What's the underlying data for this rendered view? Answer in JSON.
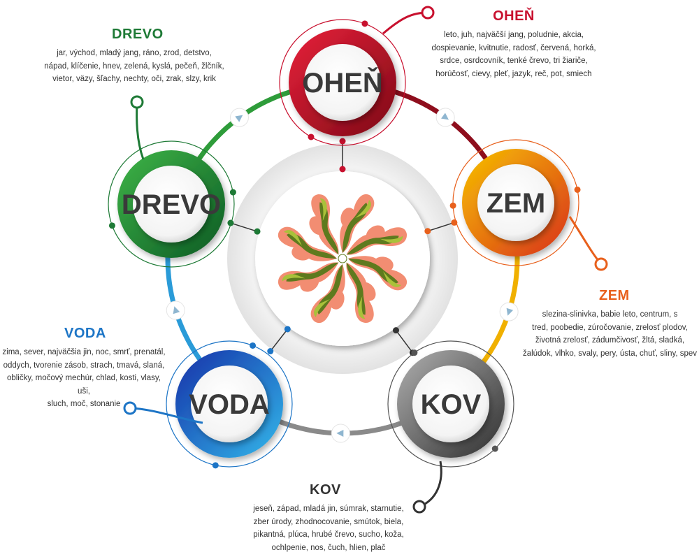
{
  "elements": [
    {
      "id": "ohen",
      "name": "OHEŇ",
      "color": "#c8102e",
      "color2": "#8e0e1d",
      "outline": "#c8102e",
      "heading": "OHEŇ",
      "lines": [
        "leto, juh, najväčší jang, poludnie, akcia,",
        "dospievanie, kvitnutie, radosť, červená, horká,",
        "srdce, osrdcovník, tenké črevo, tri žiariče,",
        "horúčosť, cievy, pleť, jazyk, reč, pot, smiech"
      ]
    },
    {
      "id": "zem",
      "name": "ZEM",
      "color": "#f5a800",
      "color2": "#e0461d",
      "outline": "#e8601c",
      "heading": "ZEM",
      "lines": [
        "slezina-slinivka, babie leto, centrum, s",
        "tred, poobedie, zúročovanie, zrelosť plodov,",
        "životná zrelosť, zádumčivosť, žltá, sladká,",
        "žalúdok, vlhko, svaly, pery, ústa, chuť, sliny, spev"
      ]
    },
    {
      "id": "kov",
      "name": "KOV",
      "color": "#9a9a9a",
      "color2": "#3a3a3a",
      "outline": "#555555",
      "heading": "KOV",
      "lines": [
        "jeseň, západ, mladá jin, súmrak, starnutie,",
        "zber úrody, zhodnocovanie, smútok, biela,",
        "pikantná, plúca, hrubé črevo, sucho, koža,",
        "ochlpenie, nos, čuch, hlien, plač"
      ]
    },
    {
      "id": "voda",
      "name": "VODA",
      "color": "#1a44c0",
      "color2": "#2aa8e0",
      "outline": "#1d75c6",
      "heading": "VODA",
      "lines": [
        "zima, sever, najväčšia jin, noc, smrť, prenatál,",
        "oddych, tvorenie zásob, strach, tmavá, slaná,",
        "obličky, močový mechúr, chlad, kosti, vlasy, uši,",
        "sluch, moč, stonanie"
      ]
    },
    {
      "id": "drevo",
      "name": "DREVO",
      "color": "#2e9c3a",
      "color2": "#0f6a2a",
      "outline": "#1e7a36",
      "heading": "DREVO",
      "lines": [
        "jar, východ, mladý jang, ráno, zrod, detstvo,",
        "nápad, klíčenie, hnev, zelená, kyslá, pečeň, žlčník,",
        "vietor, väzy, šľachy, nechty, oči, zrak, slzy, krik"
      ]
    }
  ],
  "heading_colors": {
    "ohen": "#c8102e",
    "zem": "#e8601c",
    "kov": "#333333",
    "voda": "#1d75c6",
    "drevo": "#1e7a36"
  },
  "center_logo": "flower-emblem"
}
